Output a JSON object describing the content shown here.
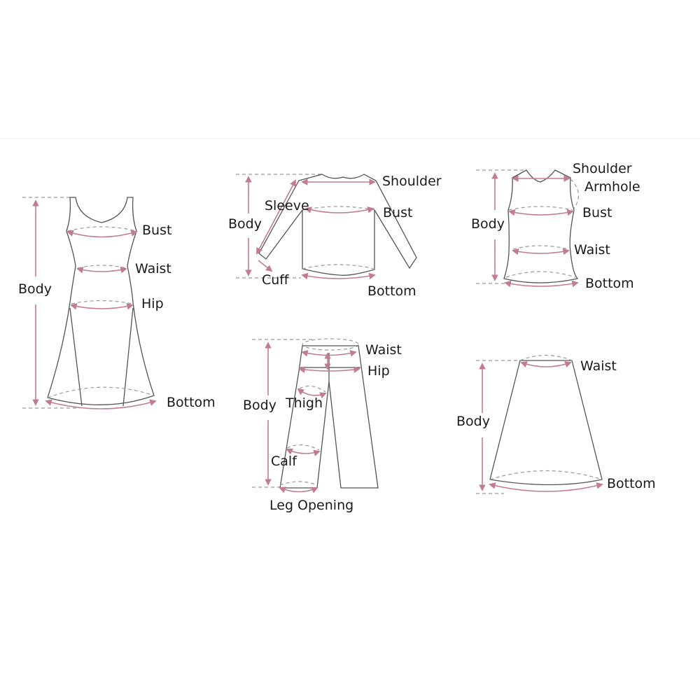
{
  "colors": {
    "measure": "#c27b95",
    "outline": "#555555",
    "text": "#1a1a1a",
    "background": "#ffffff"
  },
  "garments": {
    "dress": {
      "labels": {
        "body": "Body",
        "bust": "Bust",
        "waist": "Waist",
        "hip": "Hip",
        "bottom": "Bottom"
      }
    },
    "sweater": {
      "labels": {
        "body": "Body",
        "sleeve": "Sleeve",
        "shoulder": "Shoulder",
        "bust": "Bust",
        "cuff": "Cuff",
        "bottom": "Bottom"
      }
    },
    "vest": {
      "labels": {
        "body": "Body",
        "shoulder": "Shoulder",
        "armhole": "Armhole",
        "bust": "Bust",
        "waist": "Waist",
        "bottom": "Bottom"
      }
    },
    "pants": {
      "labels": {
        "body": "Body",
        "waist": "Waist",
        "hip": "Hip",
        "thigh": "Thigh",
        "calf": "Calf",
        "leg_opening": "Leg Opening"
      }
    },
    "skirt": {
      "labels": {
        "body": "Body",
        "waist": "Waist",
        "bottom": "Bottom"
      }
    }
  }
}
